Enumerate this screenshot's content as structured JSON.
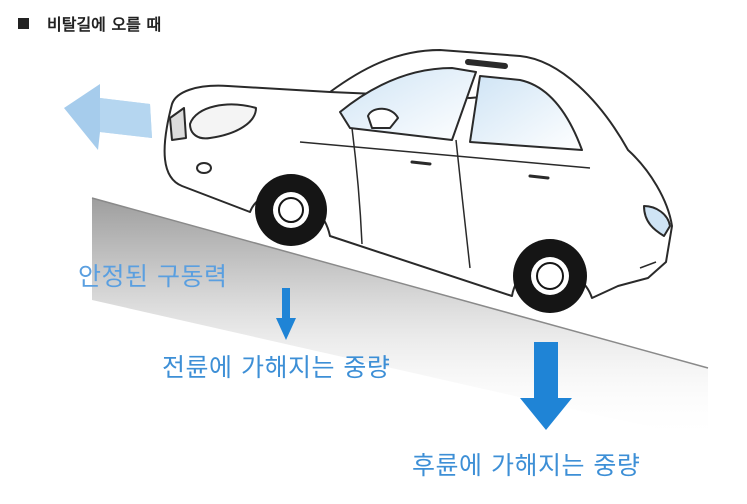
{
  "heading": {
    "title": "비탈길에 오를 때"
  },
  "labels": {
    "traction": "안정된 구동력",
    "front_load": "전륜에 가해지는 중량",
    "rear_load": "후륜에 가해지는 중량"
  },
  "colors": {
    "label_blue": "#3d8fd6",
    "arrow_blue": "#1f84d6",
    "motion_arrow": "#9cc6ea",
    "slope_shadow": "#c8c8c8"
  },
  "icons": [
    "motion-arrow-icon",
    "weight-arrow-icon"
  ]
}
